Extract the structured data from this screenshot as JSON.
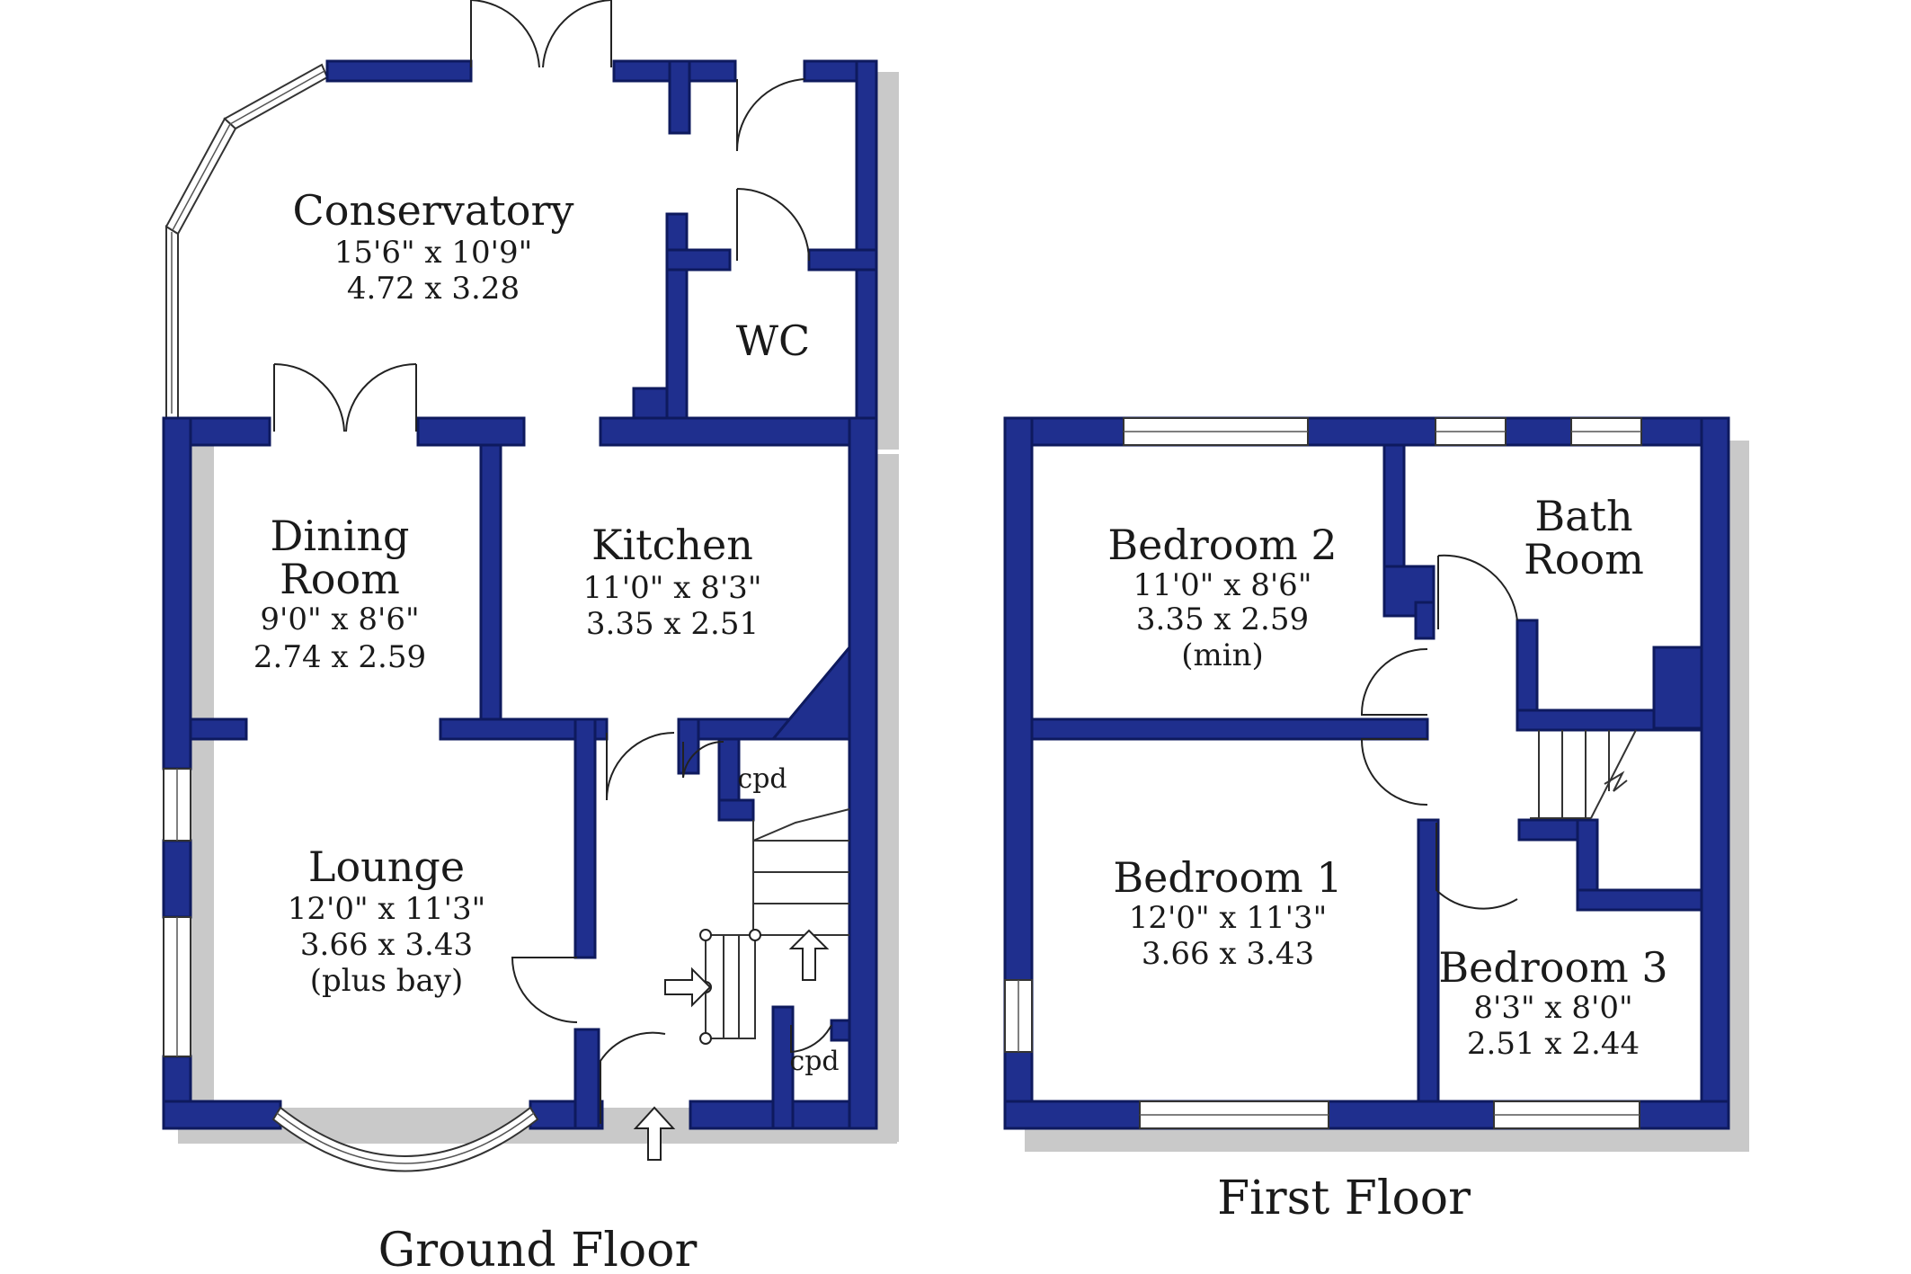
{
  "ground_floor": {
    "label": "Ground Floor",
    "conservatory": {
      "name": "Conservatory",
      "imperial": "15'6\"  x  10'9\"",
      "metric": "4.72  x  3.28"
    },
    "wc": {
      "name": "WC"
    },
    "dining": {
      "name_line1": "Dining",
      "name_line2": "Room",
      "imperial": "9'0\"   x   8'6\"",
      "metric": "2.74  x  2.59"
    },
    "kitchen": {
      "name": "Kitchen",
      "imperial": "11'0\"  x  8'3\"",
      "metric": "3.35  x  2.51"
    },
    "lounge": {
      "name": "Lounge",
      "imperial": "12'0\"  x  11'3\"",
      "metric": "3.66  x  3.43",
      "note": "(plus bay)"
    },
    "cupboard_upper": "cpd",
    "cupboard_lower": "cpd"
  },
  "first_floor": {
    "label": "First Floor",
    "bedroom2": {
      "name": "Bedroom 2",
      "imperial": "11'0\"  x  8'6\"",
      "metric": "3.35  x  2.59",
      "note": "(min)"
    },
    "bathroom": {
      "name_line1": "Bath",
      "name_line2": "Room"
    },
    "bedroom1": {
      "name": "Bedroom 1",
      "imperial": "12'0\"  x  11'3\"",
      "metric": "3.66  x  3.43"
    },
    "bedroom3": {
      "name": "Bedroom 3",
      "imperial": "8'3\"   x   8'0\"",
      "metric": "2.51  x  2.44"
    }
  },
  "colors": {
    "wall": "#1f2f8e",
    "wall_edge": "#0e1a5e",
    "shadow": "#c9c9c9"
  }
}
